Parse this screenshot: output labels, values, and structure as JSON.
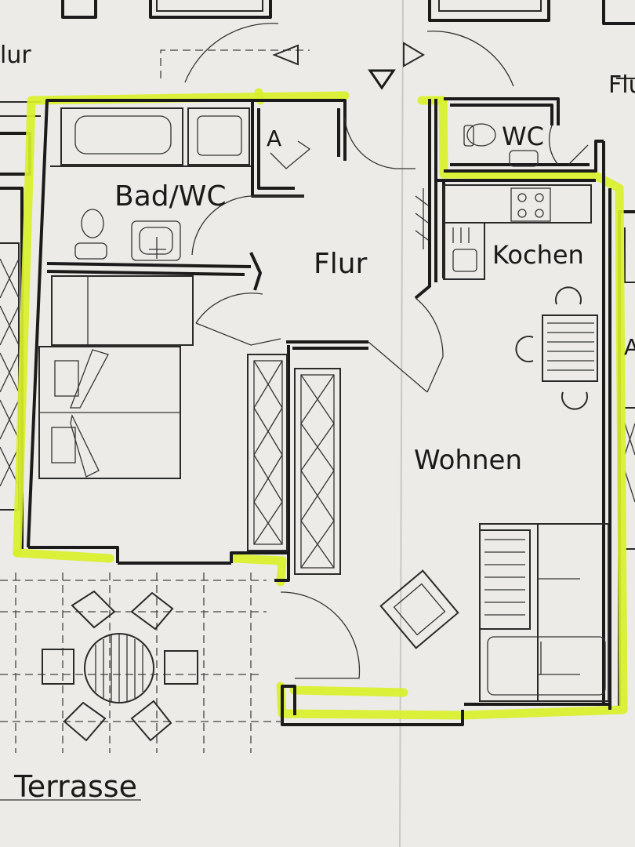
{
  "plan": {
    "highlight_color": "#d8f02a",
    "wall_color": "#1b1b1b",
    "paper_color": "#ecebe7",
    "rooms": {
      "bad_wc": "Bad/WC",
      "flur": "Flur",
      "wc": "WC",
      "kochen": "Kochen",
      "wohnen": "Wohnen",
      "terrasse": "Terrasse"
    },
    "marks": {
      "a_left": "A",
      "a_right": "A",
      "flur_top_left": "lur",
      "flur_top_right": "Flu"
    }
  }
}
